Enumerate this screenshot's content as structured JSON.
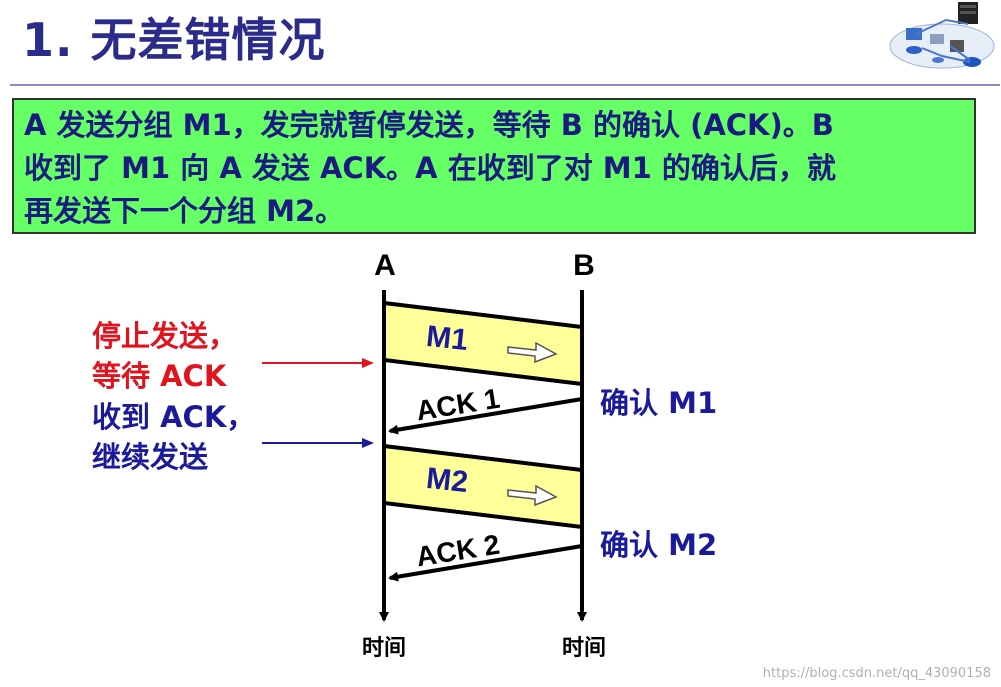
{
  "header": {
    "title": "1. 无差错情况"
  },
  "description": {
    "line1": "A 发送分组 M1，发完就暂停发送，等待 B 的确认 (ACK)。B",
    "line2": "收到了 M1 向 A 发送  ACK。A 在收到了对 M1 的确认后，就",
    "line3": "再发送下一个分组  M2。"
  },
  "diagram": {
    "node_a": "A",
    "node_b": "B",
    "time_a": "时间",
    "time_b": "时间",
    "packet1": "M1",
    "packet2": "M2",
    "ack1": "ACK 1",
    "ack2": "ACK 2",
    "confirm1": "确认 M1",
    "confirm2": "确认 M2",
    "stop_label_line1": "停止发送，",
    "stop_label_line2": "等待 ACK",
    "resume_label_line1": "收到 ACK，",
    "resume_label_line2": "继续发送",
    "colors": {
      "packet_fill": "#ffff99",
      "red": "#e0141e",
      "blue": "#1a1a9a",
      "box_green": "#66ff66"
    }
  },
  "watermark": "https://blog.csdn.net/qq_43090158"
}
